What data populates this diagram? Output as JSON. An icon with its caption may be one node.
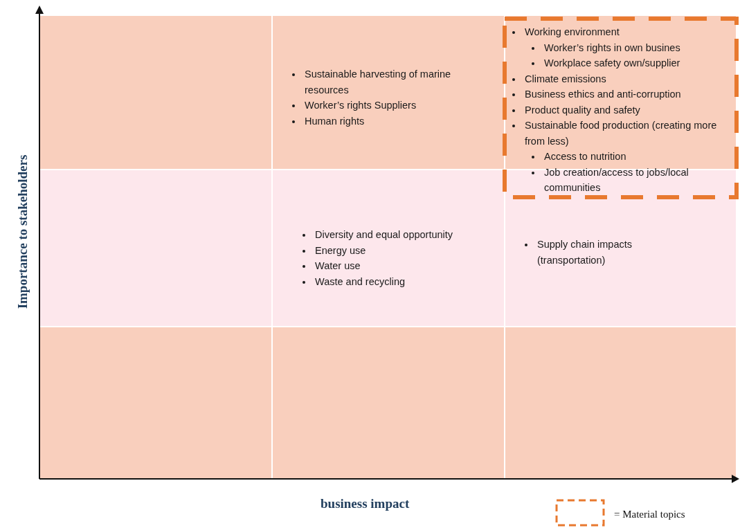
{
  "diagram": {
    "nodes": [
      {
        "text": [
          "Sustainable harvesting of marine resources",
          "Worker’s rights Suppliers",
          "Human rights"
        ]
      },
      {
        "text": [
          "Working environment",
          "Worker’s rights in own busines",
          "Workplace safety own/supplier",
          "Climate emissions",
          "Business ethics and anti-corruption",
          "Product quality and safety",
          "Sustainable food production (creating more from less)",
          "Access to nutrition",
          "Job creation/access to jobs/local communities"
        ]
      },
      {
        "text": [
          "Diversity and equal opportunity",
          "Energy use",
          "Water use",
          "Waste and recycling"
        ]
      },
      {
        "text": [
          "Supply chain impacts (transportation)"
        ]
      }
    ],
    "edges": [],
    "labels": [
      "Importance to stakeholders",
      "business impact"
    ],
    "legend": [
      {
        "text": "= Material topics"
      }
    ]
  }
}
